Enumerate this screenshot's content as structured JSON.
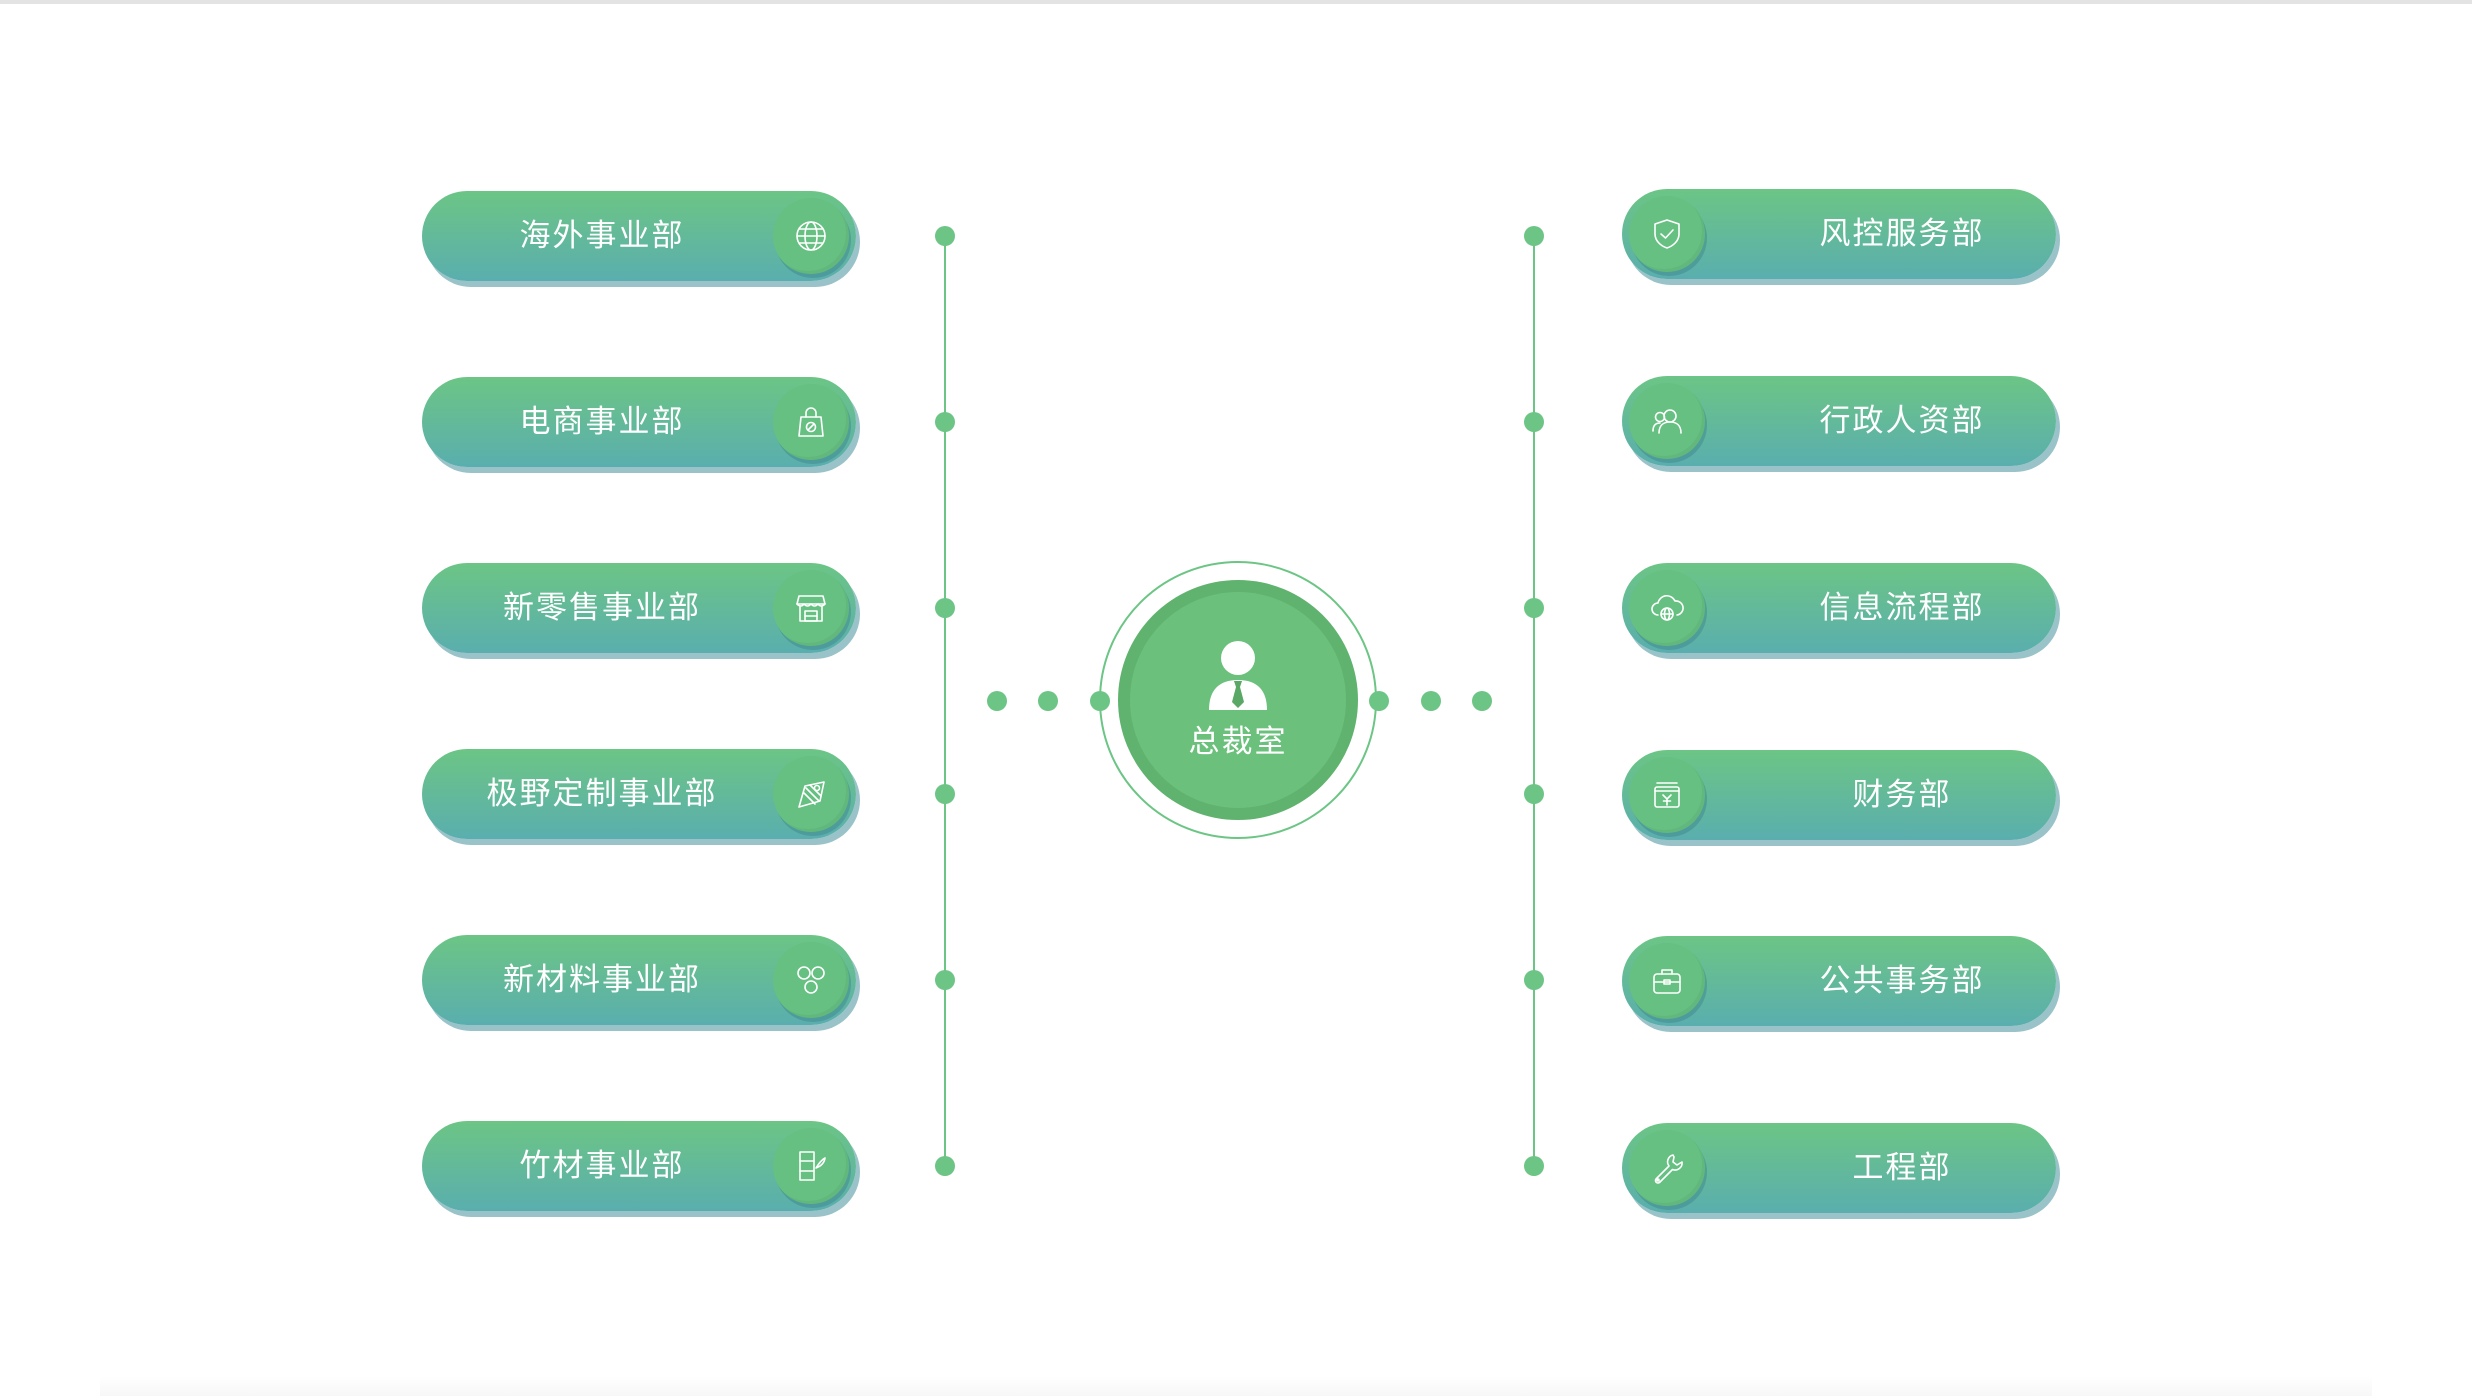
{
  "center": {
    "label": "总裁室",
    "icon": "person-tie-icon"
  },
  "left_departments": [
    {
      "label": "海外事业部",
      "icon": "globe-icon"
    },
    {
      "label": "电商事业部",
      "icon": "shopping-bag-icon"
    },
    {
      "label": "新零售事业部",
      "icon": "storefront-icon"
    },
    {
      "label": "极野定制事业部",
      "icon": "tag-icon"
    },
    {
      "label": "新材料事业部",
      "icon": "molecules-icon"
    },
    {
      "label": "竹材事业部",
      "icon": "bamboo-icon"
    }
  ],
  "right_departments": [
    {
      "label": "风控服务部",
      "icon": "shield-check-icon"
    },
    {
      "label": "行政人资部",
      "icon": "users-icon"
    },
    {
      "label": "信息流程部",
      "icon": "cloud-globe-icon"
    },
    {
      "label": "财务部",
      "icon": "yen-wallet-icon"
    },
    {
      "label": "公共事务部",
      "icon": "briefcase-icon"
    },
    {
      "label": "工程部",
      "icon": "wrench-icon"
    }
  ],
  "colors": {
    "pill_top": "#6cc585",
    "pill_bottom": "#5aaeae",
    "connector": "#6cc585",
    "center": "#6bc07b"
  }
}
